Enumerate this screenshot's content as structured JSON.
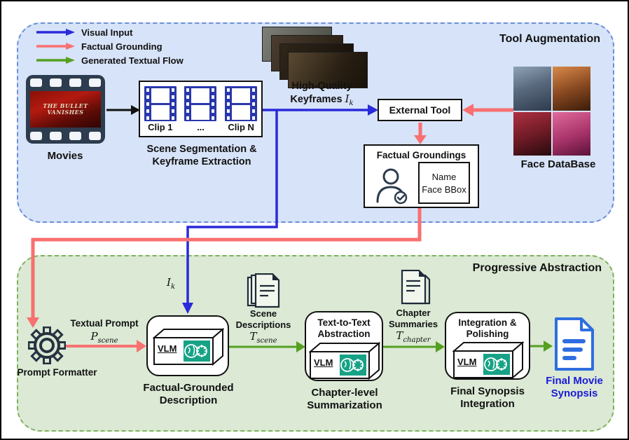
{
  "colors": {
    "visual_input_blue": "#2a2ad9",
    "factual_grounding_red": "#f87070",
    "generated_textual_flow_green": "#55a020",
    "tool_region_bg": "#d7e3f8",
    "tool_region_border": "#6b8fd8",
    "abstraction_region_bg": "#dbe9d5",
    "abstraction_region_border": "#7fb25c",
    "vlm_accent_teal": "#17a286",
    "synopsis_blue": "#2f6ee0"
  },
  "legend": {
    "item1": "Visual Input",
    "item2": "Factual Grounding",
    "item3": "Generated Textual Flow"
  },
  "tool_augmentation": {
    "title": "Tool Augmentation"
  },
  "progressive_abstraction": {
    "title": "Progressive Abstraction"
  },
  "movies": {
    "label": "Movies",
    "poster_line1": "THE BULLET",
    "poster_line2": "VANISHES"
  },
  "scene_segmentation": {
    "clip1": "Clip 1",
    "dots": "...",
    "clipN": "Clip N",
    "caption1": "Scene Segmentation &",
    "caption2": "Keyframe Extraction"
  },
  "keyframes": {
    "caption1": "High-Quality",
    "caption2": "Keyframes",
    "math_base": "I",
    "math_sub": "k"
  },
  "external_tool": {
    "label": "External Tool"
  },
  "factual_groundings": {
    "title": "Factual Groundings",
    "field1": "Name",
    "field2": "Face BBox"
  },
  "face_database": {
    "label": "Face DataBase"
  },
  "prompt_formatter": {
    "label": "Prompt Formatter",
    "arrow_caption": "Textual Prompt",
    "math_base": "P",
    "math_sub": "scene"
  },
  "ik_edge": {
    "math_base": "I",
    "math_sub": "k"
  },
  "vlm": {
    "label": "VLM"
  },
  "modules": {
    "m1": {
      "caption1": "Factual-Grounded",
      "caption2": "Description"
    },
    "m2": {
      "header1": "Text-to-Text",
      "header2": "Abstraction",
      "caption1": "Chapter-level",
      "caption2": "Summarization"
    },
    "m3": {
      "header1": "Integration &",
      "header2": "Polishing",
      "caption1": "Final Synopsis",
      "caption2": "Integration"
    }
  },
  "scene_descriptions": {
    "line1": "Scene",
    "line2": "Descriptions",
    "math_base": "T",
    "math_sub": "scene"
  },
  "chapter_summaries": {
    "line1": "Chapter",
    "line2": "Summaries",
    "math_base": "T",
    "math_sub": "chapter"
  },
  "final_synopsis": {
    "line1": "Final Movie",
    "line2": "Synopsis"
  }
}
